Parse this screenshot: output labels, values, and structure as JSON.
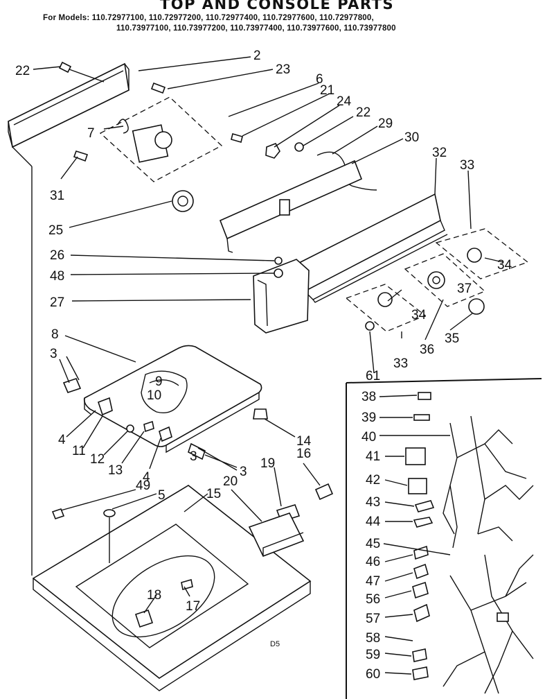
{
  "title": "TOP AND CONSOLE PARTS",
  "models_line1": "For Models: 110.72977100, 110.72977200, 110.72977400, 110.72977600, 110.72977800,",
  "models_line2": "110.73977100, 110.73977200, 110.73977400, 110.73977600, 110.73977800",
  "diagram_code": "D5",
  "callouts": [
    "2",
    "3",
    "3",
    "3",
    "4",
    "4",
    "5",
    "6",
    "7",
    "8",
    "9",
    "10",
    "11",
    "12",
    "13",
    "14",
    "15",
    "16",
    "17",
    "18",
    "19",
    "20",
    "21",
    "22",
    "22",
    "23",
    "24",
    "25",
    "26",
    "27",
    "29",
    "30",
    "31",
    "32",
    "33",
    "33",
    "34",
    "34",
    "35",
    "36",
    "37",
    "38",
    "39",
    "40",
    "41",
    "42",
    "43",
    "44",
    "45",
    "46",
    "47",
    "48",
    "49",
    "56",
    "57",
    "58",
    "59",
    "60",
    "61"
  ]
}
